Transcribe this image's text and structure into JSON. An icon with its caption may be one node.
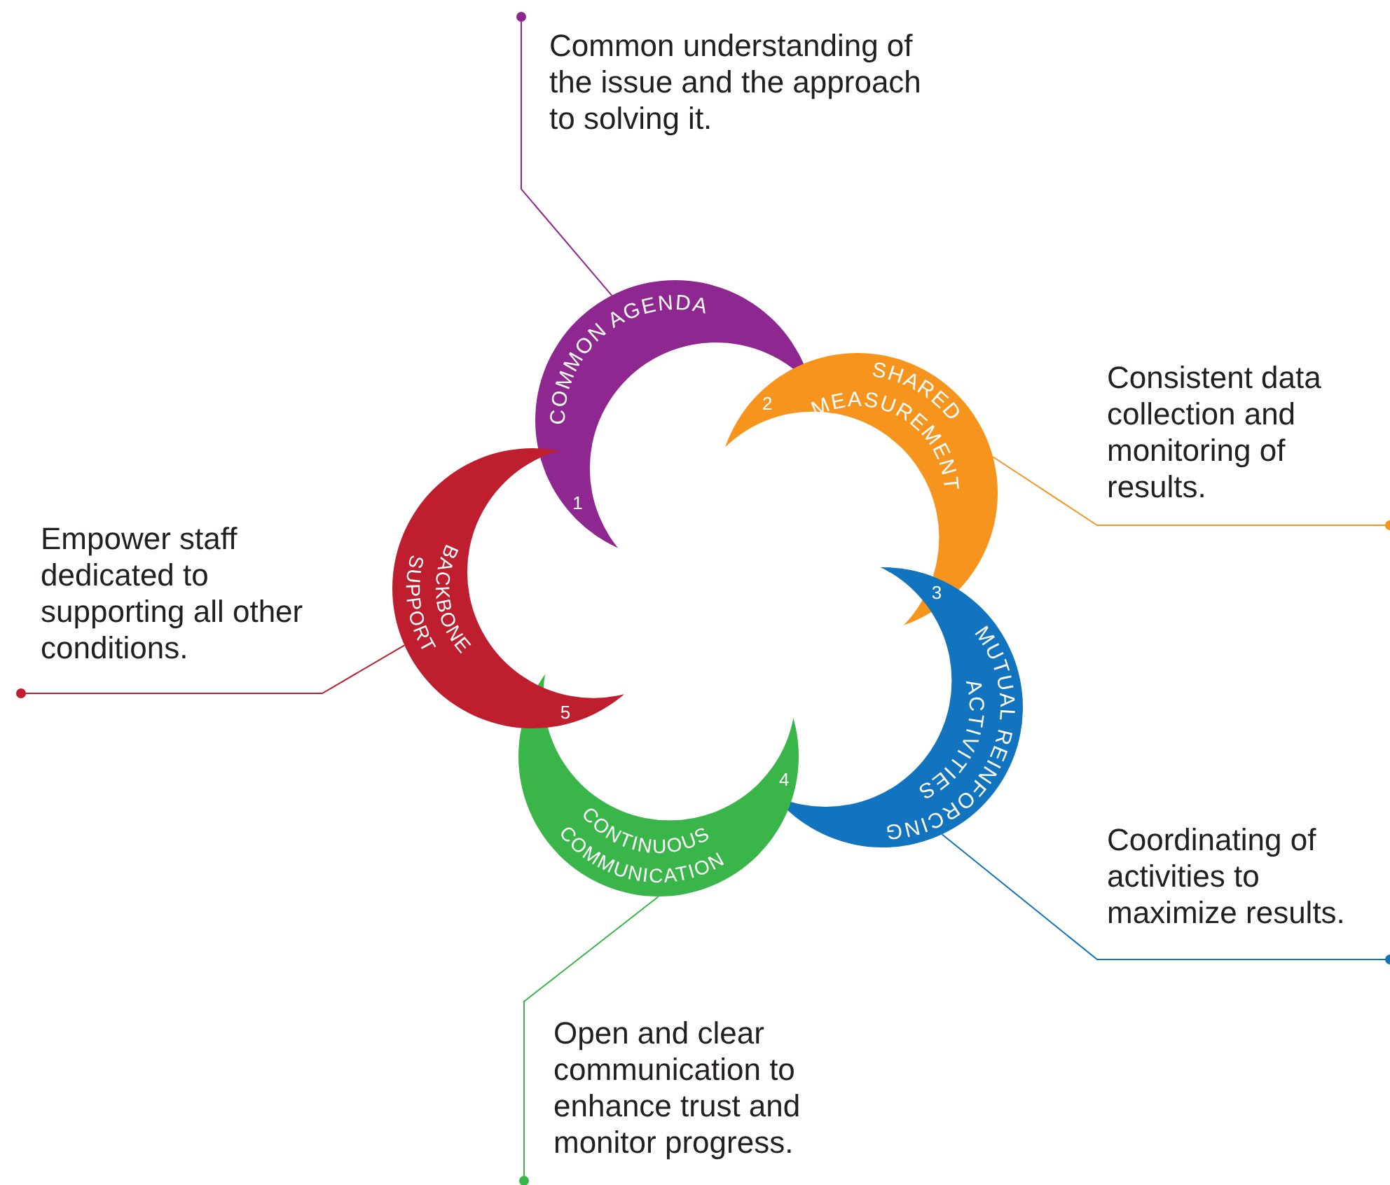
{
  "diagram": {
    "nodes": [
      {
        "text": [
          "COMMON AGENDA",
          "1"
        ]
      },
      {
        "text": [
          "2",
          "SHARED MEASUREMENT"
        ]
      },
      {
        "text": [
          "3",
          "MUTUAL REINFORCING ACTIVITIES"
        ]
      },
      {
        "text": [
          "4",
          "CONTINUOUS COMMUNICATION"
        ]
      },
      {
        "text": [
          "BACKBONE SUPPORT",
          "5"
        ]
      },
      {
        "text": [
          "Common understanding of the issue and the approach to solving it."
        ]
      },
      {
        "text": [
          "Consistent data collection and monitoring of results."
        ]
      },
      {
        "text": [
          "Coordinating of activities to maximize results."
        ]
      },
      {
        "text": [
          "Open and clear communication to enhance trust and monitor progress."
        ]
      },
      {
        "text": [
          "Empower staff dedicated to supporting all other conditions."
        ]
      }
    ],
    "edges": [
      {
        "from": 5,
        "to": 0,
        "arrow": "other",
        "color": "#8e278f"
      },
      {
        "from": 6,
        "to": 1,
        "arrow": "other",
        "color": "#f7941d"
      },
      {
        "from": 7,
        "to": 2,
        "arrow": "other",
        "color": "#1273bf"
      },
      {
        "from": 8,
        "to": 3,
        "arrow": "other",
        "color": "#39b54a"
      },
      {
        "from": 9,
        "to": 4,
        "arrow": "other",
        "color": "#be1e2d"
      }
    ]
  }
}
